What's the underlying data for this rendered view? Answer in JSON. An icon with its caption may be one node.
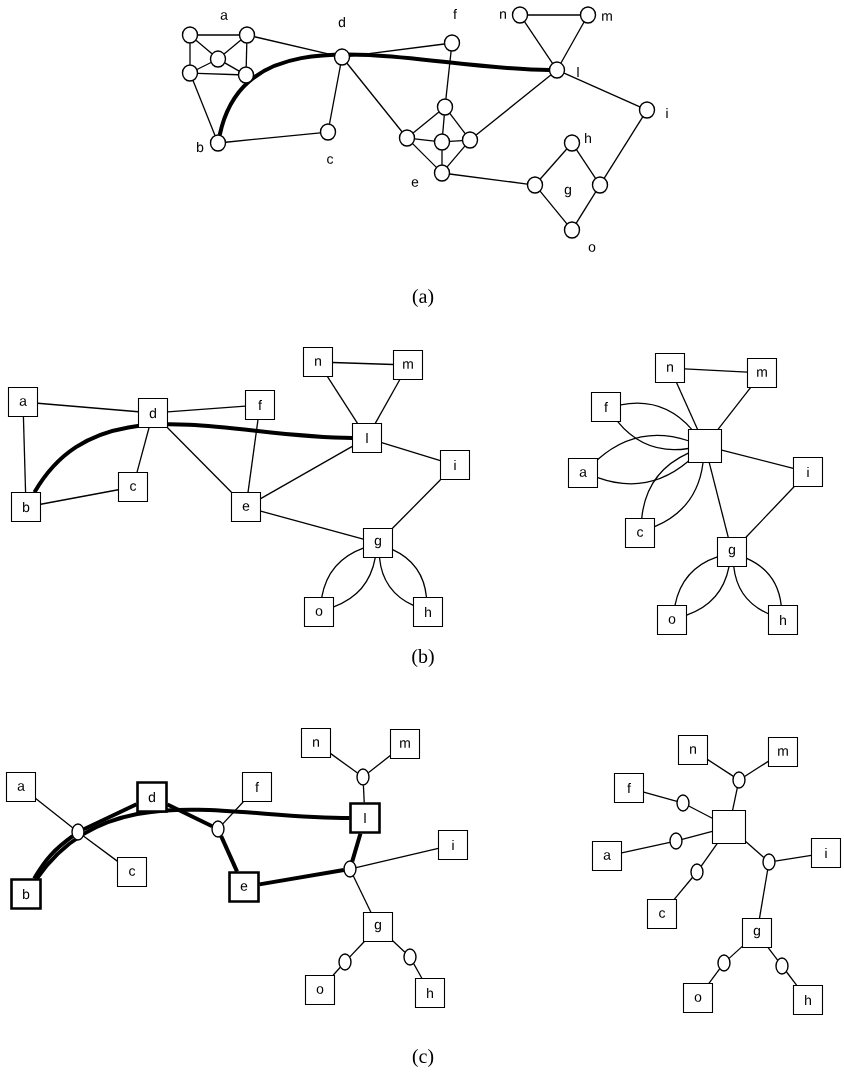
{
  "diagram": {
    "nodes": [
      {
        "text": [],
        "shape": "circle"
      },
      {
        "text": [],
        "shape": "circle"
      },
      {
        "text": [],
        "shape": "circle"
      },
      {
        "text": [],
        "shape": "circle"
      },
      {
        "text": [],
        "shape": "circle"
      },
      {
        "text": [],
        "shape": "circle",
        "beside": [
          "d"
        ]
      },
      {
        "text": [],
        "shape": "circle",
        "beside": [
          "f"
        ]
      },
      {
        "text": [],
        "shape": "circle",
        "beside": [
          "n"
        ]
      },
      {
        "text": [],
        "shape": "circle",
        "beside": [
          "m"
        ]
      },
      {
        "text": [],
        "shape": "circle",
        "beside": [
          "l"
        ]
      },
      {
        "text": [],
        "shape": "circle",
        "beside": [
          "i"
        ]
      },
      {
        "text": [],
        "shape": "circle",
        "beside": [
          "b"
        ]
      },
      {
        "text": [],
        "shape": "circle",
        "beside": [
          "c"
        ]
      },
      {
        "text": [],
        "shape": "circle"
      },
      {
        "text": [],
        "shape": "circle"
      },
      {
        "text": [],
        "shape": "circle"
      },
      {
        "text": [],
        "shape": "circle"
      },
      {
        "text": [],
        "shape": "circle"
      },
      {
        "text": [],
        "shape": "circle",
        "beside": [
          "h"
        ]
      },
      {
        "text": [],
        "shape": "circle"
      },
      {
        "text": [],
        "shape": "circle"
      },
      {
        "text": [],
        "shape": "circle",
        "beside": [
          "o"
        ]
      },
      {
        "text": [
          "a"
        ]
      },
      {
        "text": [
          "d"
        ]
      },
      {
        "text": [
          "f"
        ]
      },
      {
        "text": [
          "n"
        ]
      },
      {
        "text": [
          "m"
        ]
      },
      {
        "text": [
          "l"
        ]
      },
      {
        "text": [
          "i"
        ]
      },
      {
        "text": [
          "b"
        ]
      },
      {
        "text": [
          "c"
        ]
      },
      {
        "text": [
          "e"
        ]
      },
      {
        "text": [
          "g"
        ]
      },
      {
        "text": [
          "o"
        ]
      },
      {
        "text": [
          "h"
        ]
      },
      {
        "text": [
          "n"
        ]
      },
      {
        "text": [
          "m"
        ]
      },
      {
        "text": [
          "f"
        ]
      },
      {
        "text": [],
        "shape": "box"
      },
      {
        "text": [
          "a"
        ]
      },
      {
        "text": [
          "i"
        ]
      },
      {
        "text": [
          "c"
        ]
      },
      {
        "text": [
          "g"
        ]
      },
      {
        "text": [
          "o"
        ]
      },
      {
        "text": [
          "h"
        ]
      },
      {
        "text": [
          "a"
        ]
      },
      {
        "text": [
          "d"
        ]
      },
      {
        "text": [
          "f"
        ]
      },
      {
        "text": [
          "n"
        ]
      },
      {
        "text": [
          "m"
        ]
      },
      {
        "text": [
          "l"
        ]
      },
      {
        "text": [
          "i"
        ]
      },
      {
        "text": [
          "b"
        ]
      },
      {
        "text": [
          "c"
        ]
      },
      {
        "text": [
          "e"
        ]
      },
      {
        "text": [
          "g"
        ]
      },
      {
        "text": [
          "o"
        ]
      },
      {
        "text": [
          "h"
        ]
      },
      {
        "text": [],
        "shape": "circle"
      },
      {
        "text": [],
        "shape": "circle"
      },
      {
        "text": [],
        "shape": "circle"
      },
      {
        "text": [],
        "shape": "circle"
      },
      {
        "text": [],
        "shape": "circle"
      },
      {
        "text": [],
        "shape": "circle"
      },
      {
        "text": [
          "n"
        ]
      },
      {
        "text": [
          "m"
        ]
      },
      {
        "text": [
          "f"
        ]
      },
      {
        "text": [],
        "shape": "box"
      },
      {
        "text": [
          "a"
        ]
      },
      {
        "text": [
          "i"
        ]
      },
      {
        "text": [
          "c"
        ]
      },
      {
        "text": [
          "g"
        ]
      },
      {
        "text": [
          "o"
        ]
      },
      {
        "text": [
          "h"
        ]
      },
      {
        "text": [],
        "shape": "circle"
      },
      {
        "text": [],
        "shape": "circle"
      },
      {
        "text": [],
        "shape": "circle"
      },
      {
        "text": [],
        "shape": "circle"
      },
      {
        "text": [],
        "shape": "circle"
      },
      {
        "text": [],
        "shape": "circle"
      },
      {
        "text": [],
        "shape": "circle"
      }
    ],
    "edges": [
      {
        "from": 0,
        "to": 1,
        "arrow": "none"
      },
      {
        "from": 0,
        "to": 3,
        "arrow": "none"
      },
      {
        "from": 0,
        "to": 2,
        "arrow": "none"
      },
      {
        "from": 1,
        "to": 2,
        "arrow": "none"
      },
      {
        "from": 1,
        "to": 4,
        "arrow": "none"
      },
      {
        "from": 3,
        "to": 2,
        "arrow": "none"
      },
      {
        "from": 3,
        "to": 4,
        "arrow": "none"
      },
      {
        "from": 2,
        "to": 4,
        "arrow": "none"
      },
      {
        "from": 1,
        "to": 5,
        "arrow": "none"
      },
      {
        "from": 3,
        "to": 11,
        "arrow": "none"
      },
      {
        "from": 11,
        "to": 12,
        "arrow": "none"
      },
      {
        "from": 12,
        "to": 5,
        "arrow": "none"
      },
      {
        "from": 5,
        "to": 6,
        "arrow": "none"
      },
      {
        "from": 5,
        "to": 14,
        "arrow": "none"
      },
      {
        "from": 6,
        "to": 13,
        "arrow": "none"
      },
      {
        "from": 11,
        "to": 9,
        "arrow": "none",
        "style": "thick"
      },
      {
        "from": 16,
        "to": 9,
        "arrow": "none"
      },
      {
        "from": 9,
        "to": 7,
        "arrow": "none"
      },
      {
        "from": 9,
        "to": 8,
        "arrow": "none"
      },
      {
        "from": 7,
        "to": 8,
        "arrow": "none"
      },
      {
        "from": 9,
        "to": 10,
        "arrow": "none"
      },
      {
        "from": 10,
        "to": 20,
        "arrow": "none"
      },
      {
        "from": 17,
        "to": 19,
        "arrow": "none"
      },
      {
        "from": 13,
        "to": 14,
        "arrow": "none"
      },
      {
        "from": 13,
        "to": 15,
        "arrow": "none"
      },
      {
        "from": 13,
        "to": 16,
        "arrow": "none"
      },
      {
        "from": 14,
        "to": 15,
        "arrow": "none"
      },
      {
        "from": 15,
        "to": 16,
        "arrow": "none"
      },
      {
        "from": 14,
        "to": 17,
        "arrow": "none"
      },
      {
        "from": 15,
        "to": 17,
        "arrow": "none"
      },
      {
        "from": 16,
        "to": 17,
        "arrow": "none"
      },
      {
        "from": 19,
        "to": 18,
        "arrow": "none"
      },
      {
        "from": 18,
        "to": 20,
        "arrow": "none"
      },
      {
        "from": 20,
        "to": 21,
        "arrow": "none"
      },
      {
        "from": 21,
        "to": 19,
        "arrow": "none"
      },
      {
        "from": 22,
        "to": 23,
        "arrow": "none"
      },
      {
        "from": 22,
        "to": 29,
        "arrow": "none"
      },
      {
        "from": 23,
        "to": 24,
        "arrow": "none"
      },
      {
        "from": 23,
        "to": 30,
        "arrow": "none"
      },
      {
        "from": 23,
        "to": 31,
        "arrow": "none"
      },
      {
        "from": 24,
        "to": 31,
        "arrow": "none"
      },
      {
        "from": 29,
        "to": 30,
        "arrow": "none"
      },
      {
        "from": 29,
        "to": 27,
        "arrow": "none",
        "style": "thick"
      },
      {
        "from": 25,
        "to": 26,
        "arrow": "none"
      },
      {
        "from": 25,
        "to": 27,
        "arrow": "none"
      },
      {
        "from": 26,
        "to": 27,
        "arrow": "none"
      },
      {
        "from": 27,
        "to": 28,
        "arrow": "none"
      },
      {
        "from": 31,
        "to": 27,
        "arrow": "none"
      },
      {
        "from": 31,
        "to": 32,
        "arrow": "none"
      },
      {
        "from": 28,
        "to": 32,
        "arrow": "none"
      },
      {
        "from": 32,
        "to": 33,
        "arrow": "none"
      },
      {
        "from": 32,
        "to": 33,
        "arrow": "none"
      },
      {
        "from": 32,
        "to": 34,
        "arrow": "none"
      },
      {
        "from": 32,
        "to": 34,
        "arrow": "none"
      },
      {
        "from": 35,
        "to": 36,
        "arrow": "none"
      },
      {
        "from": 35,
        "to": 38,
        "arrow": "none"
      },
      {
        "from": 36,
        "to": 38,
        "arrow": "none"
      },
      {
        "from": 37,
        "to": 38,
        "arrow": "none"
      },
      {
        "from": 37,
        "to": 38,
        "arrow": "none"
      },
      {
        "from": 39,
        "to": 38,
        "arrow": "none"
      },
      {
        "from": 39,
        "to": 38,
        "arrow": "none"
      },
      {
        "from": 41,
        "to": 38,
        "arrow": "none"
      },
      {
        "from": 41,
        "to": 38,
        "arrow": "none"
      },
      {
        "from": 38,
        "to": 40,
        "arrow": "none"
      },
      {
        "from": 38,
        "to": 42,
        "arrow": "none"
      },
      {
        "from": 40,
        "to": 42,
        "arrow": "none"
      },
      {
        "from": 42,
        "to": 43,
        "arrow": "none"
      },
      {
        "from": 42,
        "to": 43,
        "arrow": "none"
      },
      {
        "from": 42,
        "to": 44,
        "arrow": "none"
      },
      {
        "from": 42,
        "to": 44,
        "arrow": "none"
      },
      {
        "from": 45,
        "to": 58,
        "arrow": "none"
      },
      {
        "from": 58,
        "to": 53,
        "arrow": "none"
      },
      {
        "from": 58,
        "to": 46,
        "arrow": "none",
        "style": "thick"
      },
      {
        "from": 52,
        "to": 58,
        "arrow": "none",
        "style": "thick"
      },
      {
        "from": 46,
        "to": 59,
        "arrow": "none",
        "style": "thick"
      },
      {
        "from": 59,
        "to": 54,
        "arrow": "none",
        "style": "thick"
      },
      {
        "from": 47,
        "to": 59,
        "arrow": "none"
      },
      {
        "from": 52,
        "to": 50,
        "arrow": "none",
        "style": "thick"
      },
      {
        "from": 48,
        "to": 62,
        "arrow": "none"
      },
      {
        "from": 49,
        "to": 62,
        "arrow": "none"
      },
      {
        "from": 62,
        "to": 50,
        "arrow": "none"
      },
      {
        "from": 50,
        "to": 61,
        "arrow": "none",
        "style": "thick"
      },
      {
        "from": 61,
        "to": 54,
        "arrow": "none",
        "style": "thick"
      },
      {
        "from": 61,
        "to": 51,
        "arrow": "none"
      },
      {
        "from": 61,
        "to": 55,
        "arrow": "none"
      },
      {
        "from": 55,
        "to": 60,
        "arrow": "none"
      },
      {
        "from": 60,
        "to": 56,
        "arrow": "none"
      },
      {
        "from": 55,
        "to": 63,
        "arrow": "none"
      },
      {
        "from": 63,
        "to": 57,
        "arrow": "none"
      },
      {
        "from": 64,
        "to": 78,
        "arrow": "none"
      },
      {
        "from": 65,
        "to": 78,
        "arrow": "none"
      },
      {
        "from": 78,
        "to": 67,
        "arrow": "none"
      },
      {
        "from": 66,
        "to": 75,
        "arrow": "none"
      },
      {
        "from": 75,
        "to": 67,
        "arrow": "none"
      },
      {
        "from": 68,
        "to": 74,
        "arrow": "none"
      },
      {
        "from": 74,
        "to": 67,
        "arrow": "none"
      },
      {
        "from": 70,
        "to": 76,
        "arrow": "none"
      },
      {
        "from": 76,
        "to": 67,
        "arrow": "none"
      },
      {
        "from": 67,
        "to": 79,
        "arrow": "none"
      },
      {
        "from": 79,
        "to": 69,
        "arrow": "none"
      },
      {
        "from": 79,
        "to": 71,
        "arrow": "none"
      },
      {
        "from": 71,
        "to": 77,
        "arrow": "none"
      },
      {
        "from": 77,
        "to": 72,
        "arrow": "none"
      },
      {
        "from": 71,
        "to": 80,
        "arrow": "none"
      },
      {
        "from": 80,
        "to": 73,
        "arrow": "none"
      }
    ],
    "labels": [
      "a",
      "e",
      "g",
      "(a)",
      "(b)",
      "(c)"
    ]
  }
}
